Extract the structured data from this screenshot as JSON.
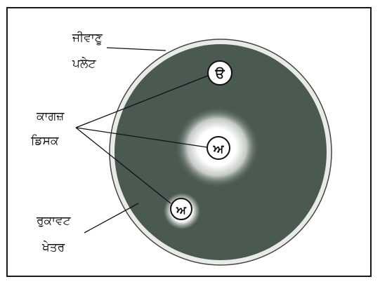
{
  "diagram": {
    "colors": {
      "frame": "#1a1a1a",
      "plate_rim": "#e9ebe6",
      "plate_rim_stroke": "#444444",
      "agar": "#4b5a51",
      "clear_zone": "#ffffff",
      "disc_fill": "#ffffff",
      "disc_stroke": "#111111",
      "leader_line": "#111111"
    },
    "labels": {
      "plate_top": "ਜੀਵਾਣੂ",
      "plate_bottom": "ਪਲੇਟ",
      "discs_top": "ਕਾਗਜ਼",
      "discs_bottom": "ਡਿਸਕ",
      "zone_top": "ਰੁਕਾਵਟ",
      "zone_bottom": "ਖੇਤਰ"
    },
    "discs": [
      {
        "id": "disc-top",
        "label": "ੳ"
      },
      {
        "id": "disc-middle",
        "label": "ਅ"
      },
      {
        "id": "disc-bottom",
        "label": "ਅ"
      }
    ]
  }
}
